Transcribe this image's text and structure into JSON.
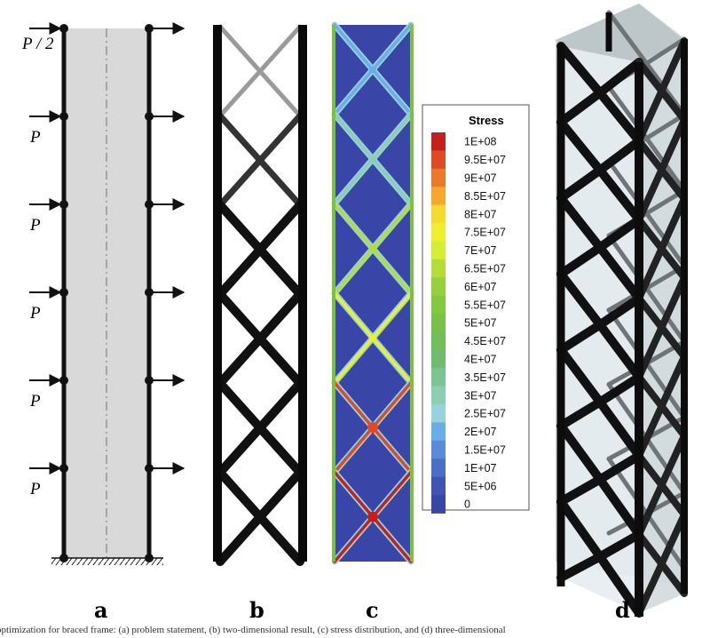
{
  "panel_a": {
    "load_top": "P / 2",
    "load_side": "P",
    "load_count": 5
  },
  "panel_letters": [
    "a",
    "b",
    "c",
    "d"
  ],
  "legend": {
    "title": "Stress",
    "entries": [
      {
        "label": "1E+08",
        "color": "#c4201c"
      },
      {
        "label": "9.5E+07",
        "color": "#dd4a24"
      },
      {
        "label": "9E+07",
        "color": "#ea7a28"
      },
      {
        "label": "8.5E+07",
        "color": "#f3a82e"
      },
      {
        "label": "8E+07",
        "color": "#f4dc2c"
      },
      {
        "label": "7.5E+07",
        "color": "#eef02f"
      },
      {
        "label": "7E+07",
        "color": "#d6ed35"
      },
      {
        "label": "6.5E+07",
        "color": "#b4dd3a"
      },
      {
        "label": "6E+07",
        "color": "#97d03c"
      },
      {
        "label": "5.5E+07",
        "color": "#84c83f"
      },
      {
        "label": "5E+07",
        "color": "#78c24a"
      },
      {
        "label": "4.5E+07",
        "color": "#72bd5c"
      },
      {
        "label": "4E+07",
        "color": "#6fbc70"
      },
      {
        "label": "3.5E+07",
        "color": "#7cc494"
      },
      {
        "label": "3E+07",
        "color": "#8ccdb4"
      },
      {
        "label": "2.5E+07",
        "color": "#96d3db"
      },
      {
        "label": "2E+07",
        "color": "#6aaee8"
      },
      {
        "label": "1.5E+07",
        "color": "#5a8bd8"
      },
      {
        "label": "1E+07",
        "color": "#4a6fc4"
      },
      {
        "label": "5E+06",
        "color": "#4054b3"
      },
      {
        "label": "0",
        "color": "#3a45a8"
      }
    ]
  },
  "caption": "optimization for braced frame: (a) problem statement, (b) two-dimensional result, (c) stress distribution, and (d) three-dimensional"
}
